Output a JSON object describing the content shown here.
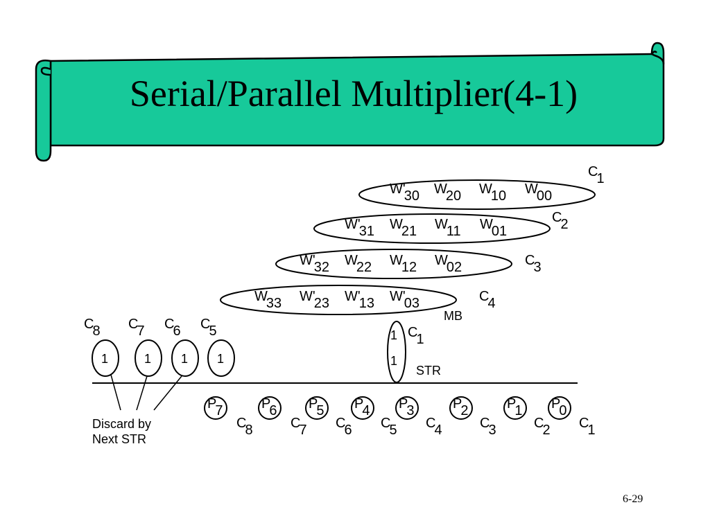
{
  "title": "Serial/Parallel Multiplier(4-1)",
  "rows": [
    {
      "name": "row-1",
      "items": [
        {
          "base": "W'",
          "sub": "30"
        },
        {
          "base": "W",
          "sub": "20"
        },
        {
          "base": "W",
          "sub": "10"
        },
        {
          "base": "W",
          "sub": "00"
        }
      ],
      "carry": {
        "base": "C",
        "sub": "1"
      }
    },
    {
      "name": "row-2",
      "items": [
        {
          "base": "W'",
          "sub": "31"
        },
        {
          "base": "W",
          "sub": "21"
        },
        {
          "base": "W",
          "sub": "11"
        },
        {
          "base": "W",
          "sub": "01"
        }
      ],
      "carry": {
        "base": "C",
        "sub": "2"
      }
    },
    {
      "name": "row-3",
      "items": [
        {
          "base": "W'",
          "sub": "32"
        },
        {
          "base": "W",
          "sub": "22"
        },
        {
          "base": "W",
          "sub": "12"
        },
        {
          "base": "W",
          "sub": "02"
        }
      ],
      "carry": {
        "base": "C",
        "sub": "3"
      }
    },
    {
      "name": "row-4",
      "items": [
        {
          "base": "W",
          "sub": "33"
        },
        {
          "base": "W'",
          "sub": "23"
        },
        {
          "base": "W'",
          "sub": "13"
        },
        {
          "base": "W'",
          "sub": "03"
        }
      ],
      "carry": {
        "base": "C",
        "sub": "4"
      }
    }
  ],
  "mb_label": "MB",
  "str_register": {
    "values": [
      "1",
      "1"
    ],
    "carry": {
      "base": "C",
      "sub": "1"
    },
    "label": "STR"
  },
  "upper_carries": [
    {
      "base": "C",
      "sub": "8"
    },
    {
      "base": "C",
      "sub": "7"
    },
    {
      "base": "C",
      "sub": "6"
    },
    {
      "base": "C",
      "sub": "5"
    }
  ],
  "upper_values": [
    "1",
    "1",
    "1",
    "1"
  ],
  "discard_label": [
    "Discard by",
    "Next STR"
  ],
  "products": [
    {
      "base": "P",
      "sub": "7"
    },
    {
      "base": "P",
      "sub": "6"
    },
    {
      "base": "P",
      "sub": "5"
    },
    {
      "base": "P",
      "sub": "4"
    },
    {
      "base": "P",
      "sub": "3"
    },
    {
      "base": "P",
      "sub": "2"
    },
    {
      "base": "P",
      "sub": "1"
    },
    {
      "base": "P",
      "sub": "0"
    }
  ],
  "lower_carries": [
    {
      "base": "C",
      "sub": "8"
    },
    {
      "base": "C",
      "sub": "7"
    },
    {
      "base": "C",
      "sub": "6"
    },
    {
      "base": "C",
      "sub": "5"
    },
    {
      "base": "C",
      "sub": "4"
    },
    {
      "base": "C",
      "sub": "3"
    },
    {
      "base": "C",
      "sub": "2"
    },
    {
      "base": "C",
      "sub": "1"
    }
  ],
  "page_number": "6-29",
  "colors": {
    "banner": "#17c99a",
    "outline": "#000000",
    "background": "#ffffff"
  }
}
